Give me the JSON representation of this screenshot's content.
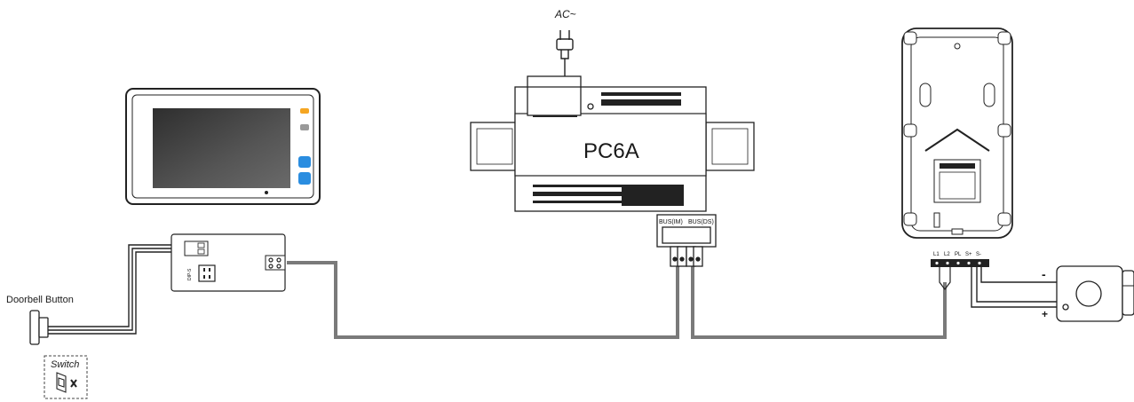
{
  "power": {
    "label": "AC~"
  },
  "supply": {
    "model": "PC6A",
    "bus_im": "BUS(IM)",
    "bus_ds": "BUS(DS)"
  },
  "doorbell": {
    "label": "Doorbell Button"
  },
  "switch": {
    "label": "Switch"
  },
  "monitor_board": {
    "dip_label": "DIP-S"
  },
  "door_station": {
    "terminals": [
      "L1",
      "L2",
      "PL",
      "S+",
      "S-"
    ]
  },
  "lock": {
    "minus": "-",
    "plus": "+"
  },
  "colors": {
    "wire": "#7a7a7a",
    "line": "#222222",
    "screen": "#444444",
    "accent_orange": "#f5a623",
    "accent_blue": "#2a8de0"
  }
}
